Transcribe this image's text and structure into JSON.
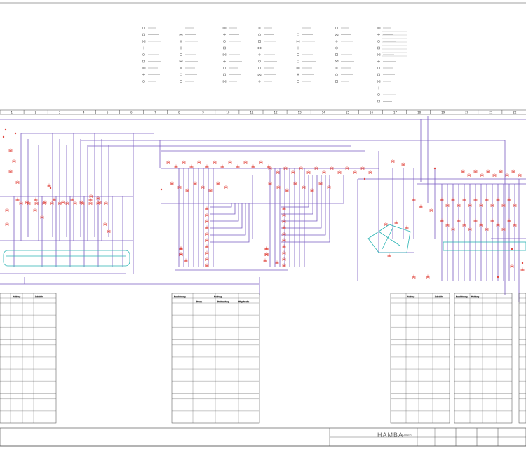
{
  "title_block": {
    "company": "HAMBA",
    "subtitle": "Füllen"
  },
  "grid": {
    "columns": [
      "1",
      "2",
      "3",
      "4",
      "5",
      "6",
      "7",
      "8",
      "9",
      "10",
      "11",
      "12",
      "13",
      "14",
      "15",
      "16",
      "17",
      "18",
      "19",
      "20",
      "21",
      "22"
    ]
  },
  "colors": {
    "pipe": "#7a5cc2",
    "valve": "#e0443c",
    "machine": "#2bb4b4",
    "frame": "#444444"
  },
  "tables": [
    {
      "id": "table-left",
      "headers": [
        "Meldung",
        "Zubehör"
      ]
    },
    {
      "id": "table-center",
      "headers": [
        "Bezeichnung",
        "Meldung"
      ],
      "subheaders": [
        "Druck",
        "Drehzahlung",
        "Wegstrecke"
      ]
    },
    {
      "id": "table-right-1",
      "headers": [
        "Meldung",
        "Zubehör"
      ]
    },
    {
      "id": "table-right-2",
      "headers": [
        "Bezeichnung",
        "Meldung"
      ]
    }
  ]
}
